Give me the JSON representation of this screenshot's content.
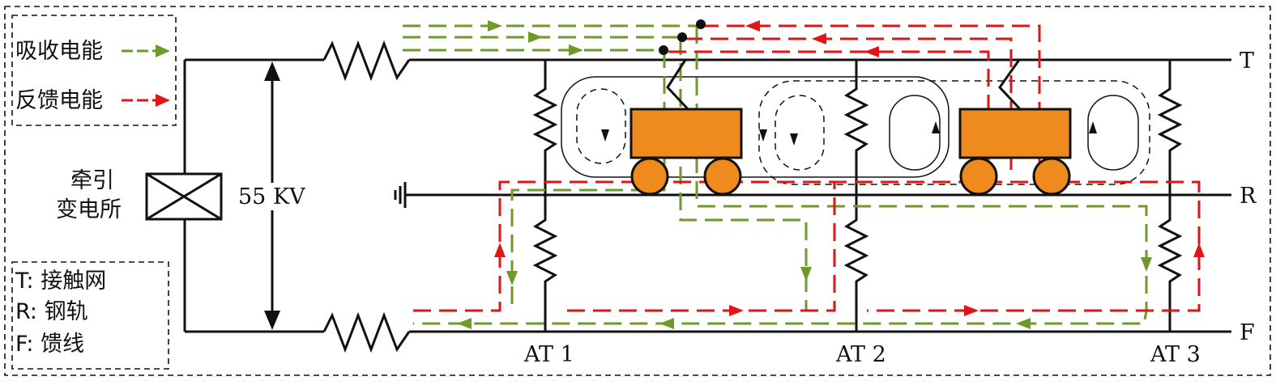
{
  "legend_energy": {
    "absorb": "吸收电能",
    "feedback": "反馈电能"
  },
  "substation": {
    "line1": "牵引",
    "line2": "变电所"
  },
  "voltage": "55 KV",
  "rails": {
    "t": "T",
    "r": "R",
    "f": "F"
  },
  "autotransformers": [
    "AT 1",
    "AT 2",
    "AT 3"
  ],
  "legend_lines": [
    "T: 接触网",
    "R: 钢轨",
    "F: 馈线"
  ],
  "colors": {
    "absorb": "#6e9a2c",
    "feedback": "#e01616",
    "car": "#ef8a1f"
  }
}
